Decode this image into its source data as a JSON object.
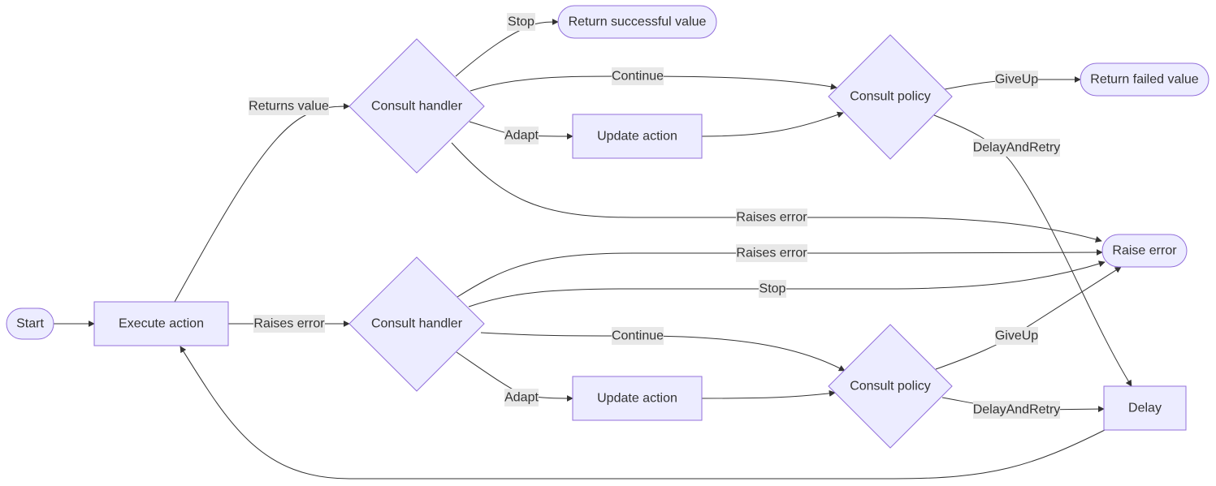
{
  "colors": {
    "node_fill": "#ECECFF",
    "node_stroke": "#9370DB",
    "edge": "#333333",
    "label_bg": "#E8E8E8",
    "text": "#333333"
  },
  "nodes": {
    "start": "Start",
    "execute_action": "Execute action",
    "consult_handler_success": "Consult handler",
    "consult_handler_error": "Consult handler",
    "return_successful_value": "Return successful value",
    "update_action_success": "Update action",
    "update_action_error": "Update action",
    "consult_policy_success": "Consult policy",
    "consult_policy_error": "Consult policy",
    "return_failed_value": "Return failed value",
    "raise_error": "Raise error",
    "delay": "Delay"
  },
  "edges": [
    {
      "from": "start",
      "to": "execute_action",
      "label": ""
    },
    {
      "from": "execute_action",
      "to": "consult_handler_success",
      "label": "Returns value"
    },
    {
      "from": "execute_action",
      "to": "consult_handler_error",
      "label": "Raises error"
    },
    {
      "from": "consult_handler_success",
      "to": "return_successful_value",
      "label": "Stop"
    },
    {
      "from": "consult_handler_success",
      "to": "consult_policy_success",
      "label": "Continue"
    },
    {
      "from": "consult_handler_success",
      "to": "update_action_success",
      "label": "Adapt"
    },
    {
      "from": "update_action_success",
      "to": "consult_policy_success",
      "label": ""
    },
    {
      "from": "consult_handler_success",
      "to": "raise_error",
      "label": "Raises error"
    },
    {
      "from": "consult_policy_success",
      "to": "return_failed_value",
      "label": "GiveUp"
    },
    {
      "from": "consult_policy_success",
      "to": "delay",
      "label": "DelayAndRetry"
    },
    {
      "from": "consult_handler_error",
      "to": "raise_error",
      "label": "Raises error"
    },
    {
      "from": "consult_handler_error",
      "to": "raise_error",
      "label": "Stop"
    },
    {
      "from": "consult_handler_error",
      "to": "consult_policy_error",
      "label": "Continue"
    },
    {
      "from": "consult_handler_error",
      "to": "update_action_error",
      "label": "Adapt"
    },
    {
      "from": "update_action_error",
      "to": "consult_policy_error",
      "label": ""
    },
    {
      "from": "consult_policy_error",
      "to": "raise_error",
      "label": "GiveUp"
    },
    {
      "from": "consult_policy_error",
      "to": "delay",
      "label": "DelayAndRetry"
    },
    {
      "from": "delay",
      "to": "execute_action",
      "label": ""
    }
  ]
}
